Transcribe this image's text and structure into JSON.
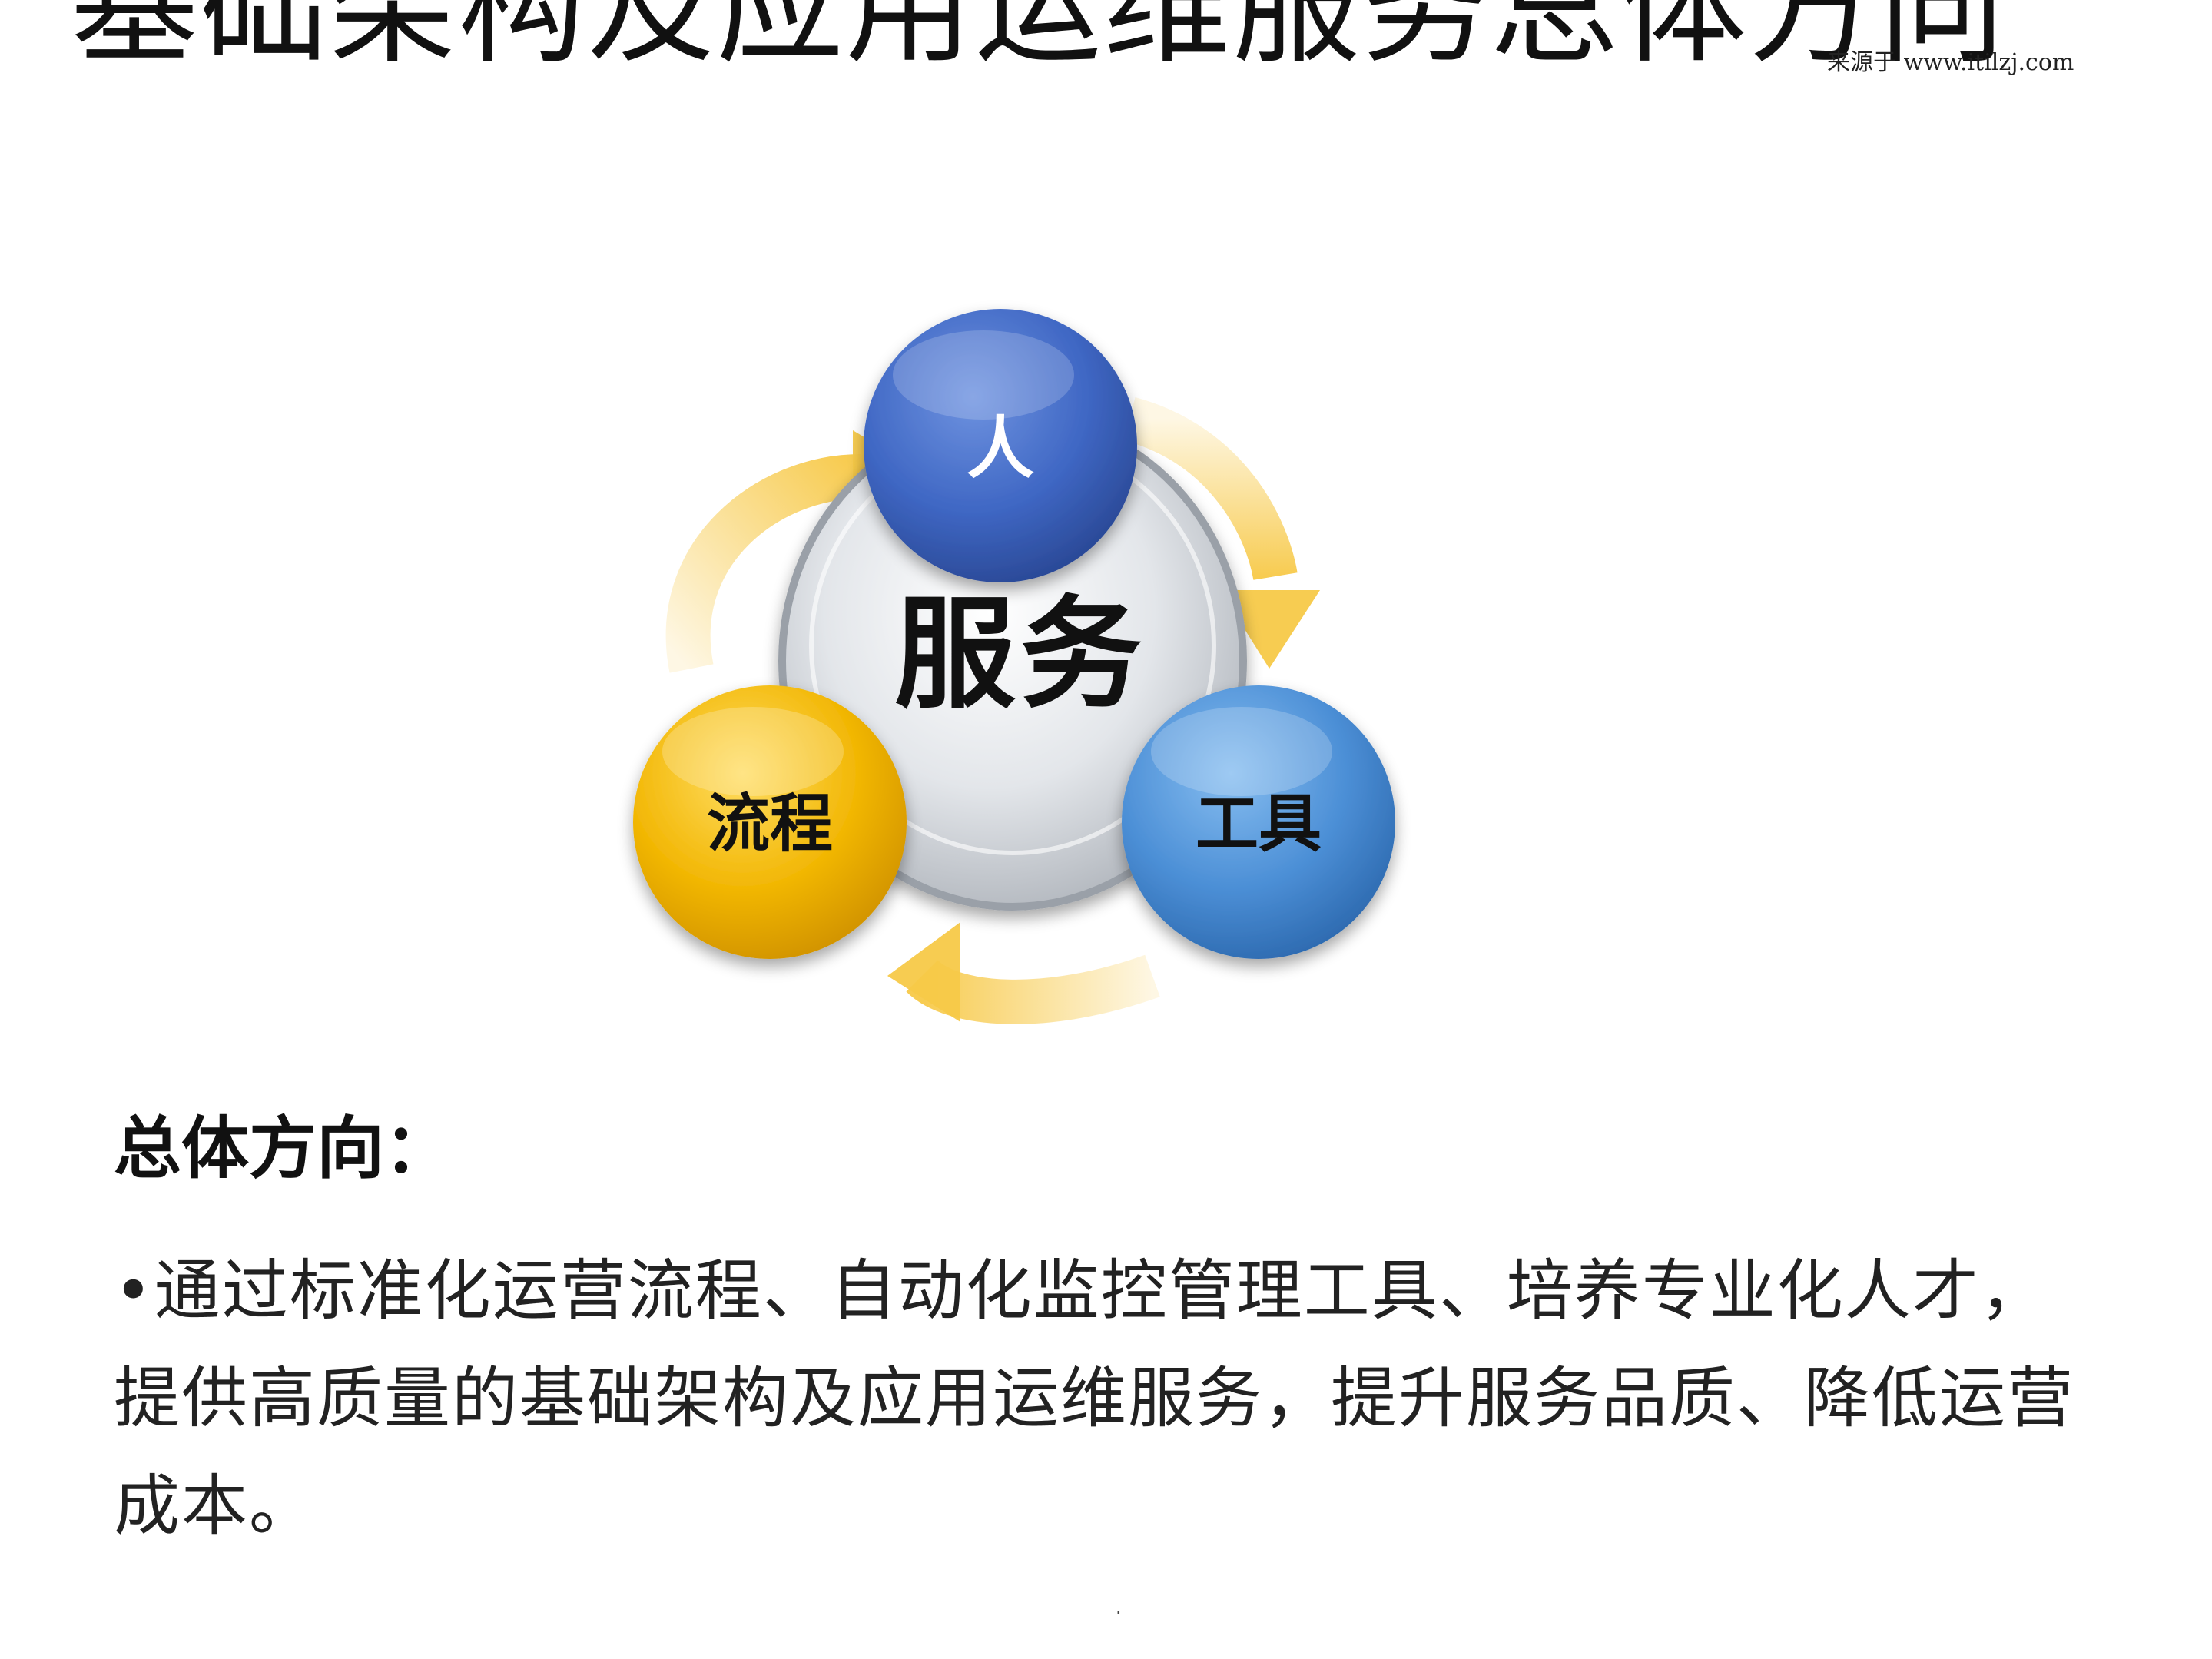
{
  "title": "基础架构及应用运维服务总体方向",
  "watermark": "来源于 www.itilzj.com",
  "diagram": {
    "center_label": "服务",
    "nodes": [
      {
        "key": "people",
        "label": "人",
        "color": "#3F67C4"
      },
      {
        "key": "tools",
        "label": "工具",
        "color": "#4C8FD6"
      },
      {
        "key": "process",
        "label": "流程",
        "color": "#F2B705"
      }
    ],
    "arrow_color": "#F7C948"
  },
  "section": {
    "heading": "总体方向：",
    "body": "•通过标准化运营流程、自动化监控管理工具、培养专业化人才，提供高质量的基础架构及应用运维服务，提升服务品质、降低运营成本。"
  },
  "footer": {
    "mark": "."
  }
}
